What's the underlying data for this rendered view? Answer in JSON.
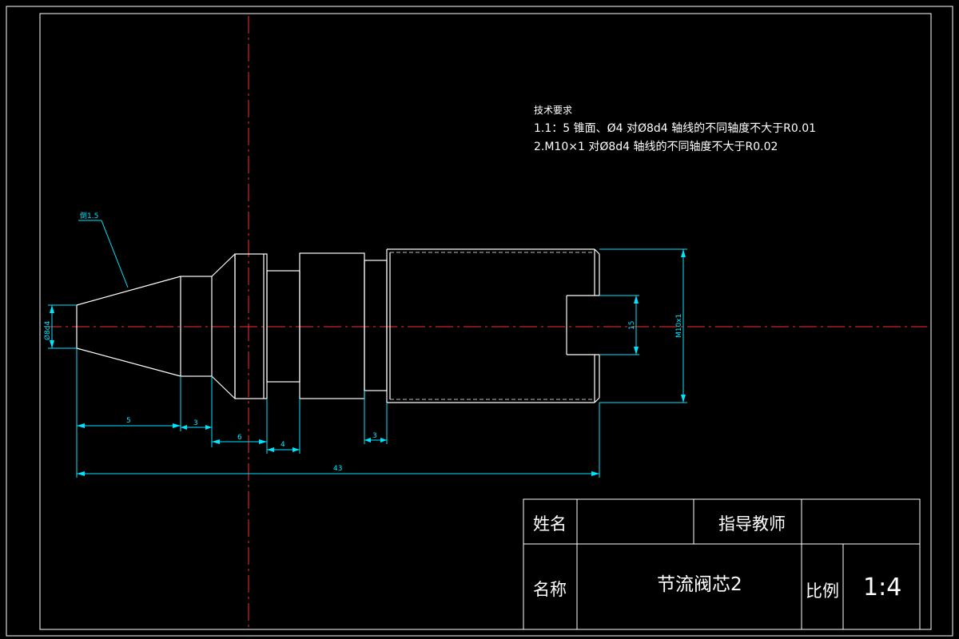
{
  "tech_requirements": {
    "heading": "技术要求",
    "line1": "1.1：5 锥面、Ø4 对Ø8d4 轴线的不同轴度不大于R0.01",
    "line2": "2.M10×1 对Ø8d4 轴线的不同轴度不大于R0.02"
  },
  "dimensions": {
    "chamfer": "倒1.5",
    "tip_diameter": "Ø8d4",
    "cone_length": "5",
    "cyl_length": "3",
    "taper_length": "6",
    "groove_length": "4",
    "undercut_length": "3",
    "total_length": "43",
    "slot_width": "15",
    "thread": "M10x1"
  },
  "title_block": {
    "name_label": "姓名",
    "name_value": "",
    "teacher_label": "指导教师",
    "teacher_value": "",
    "part_label": "名称",
    "part_value": "节流阀芯2",
    "scale_label": "比例",
    "scale_value": "1:4"
  },
  "colors": {
    "background": "#000000",
    "geometry": "#ffffff",
    "dimension": "#00e5ff",
    "centerline": "#ff2a2a"
  }
}
